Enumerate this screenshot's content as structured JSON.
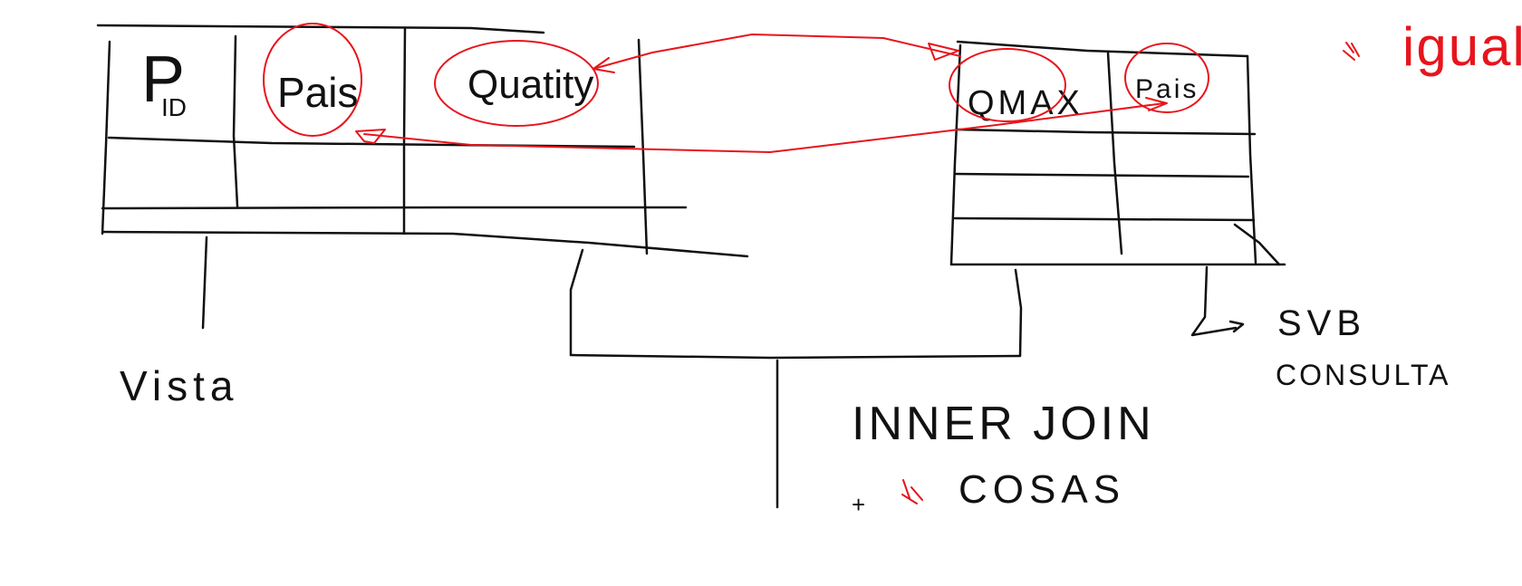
{
  "left_table": {
    "headers": [
      "P",
      "ID",
      "Pais",
      "Quatity"
    ]
  },
  "right_table": {
    "headers": [
      "QMAX",
      "Pais"
    ]
  },
  "labels": {
    "vista": "Vista",
    "sub_line1": "SVB",
    "sub_line2": "CONSULTA",
    "join_line1": "INNER JOIN",
    "join_prefix": "+",
    "join_line2": "COSAS",
    "igual": "igual"
  },
  "colors": {
    "ink": "#111111",
    "annotation": "#e8141c",
    "background": "#ffffff"
  }
}
